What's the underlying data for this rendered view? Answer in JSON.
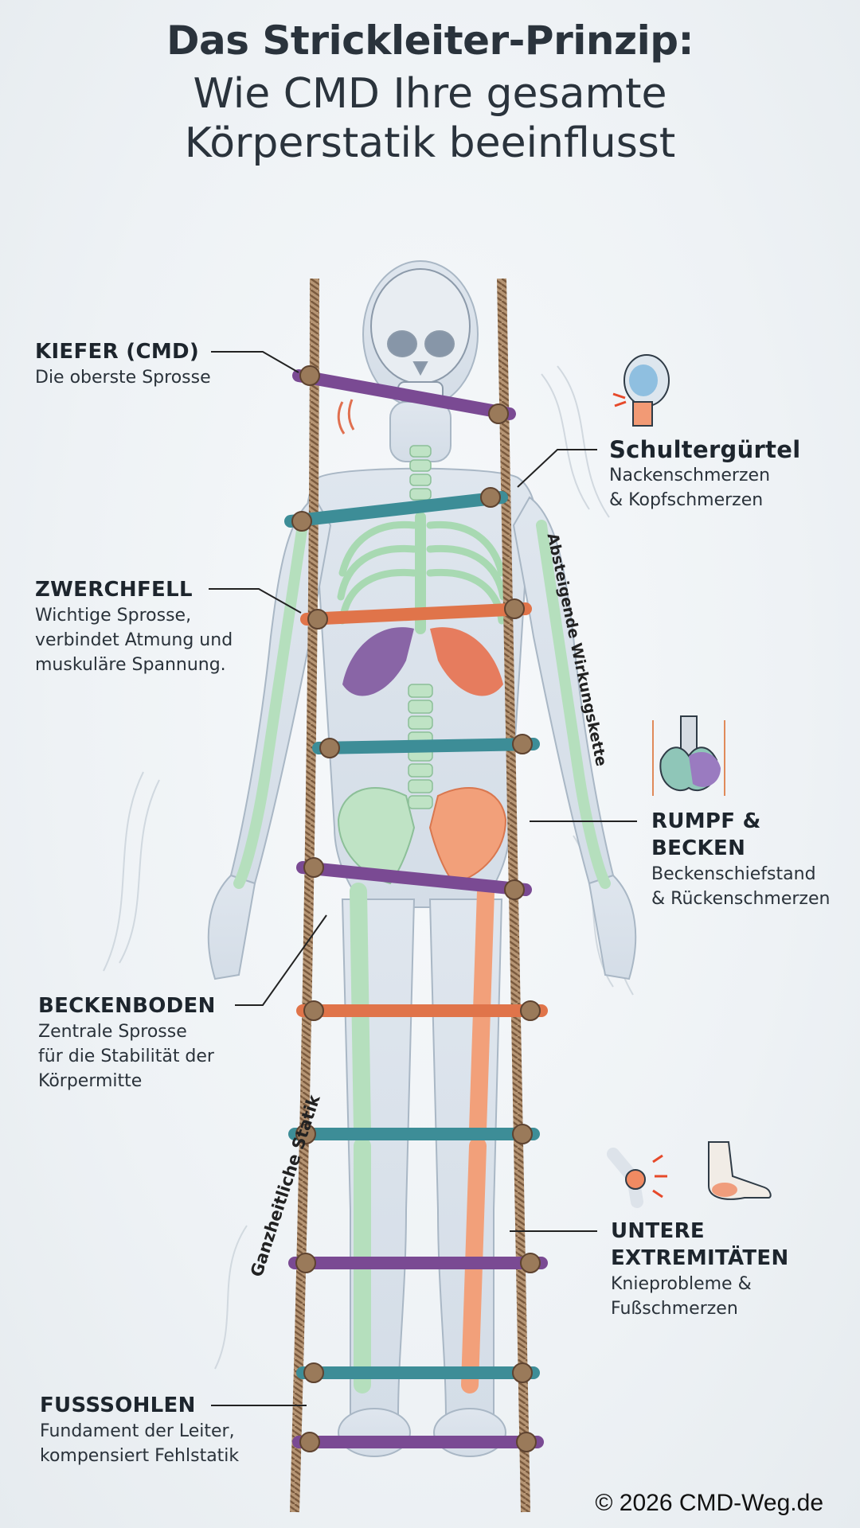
{
  "title": {
    "line1": "Das Strickleiter-Prinzip:",
    "line2": "Wie CMD Ihre gesamte",
    "line3": "Körperstatik beeinflusst"
  },
  "labels": {
    "kiefer": {
      "heading": "KIEFER (CMD)",
      "desc": "Die oberste Sprosse"
    },
    "schulter": {
      "heading": "Schultergürtel",
      "desc": "Nackenschmerzen\n& Kopfschmerzen"
    },
    "zwerchfell": {
      "heading": "ZWERCHFELL",
      "desc": "Wichtige Sprosse,\nverbindet Atmung und\nmuskuläre Spannung."
    },
    "rumpf": {
      "heading": "RUMPF &\nBECKEN",
      "desc": "Beckenschiefstand\n& Rückenschmerzen"
    },
    "beckenboden": {
      "heading": "BECKENBODEN",
      "desc": "Zentrale Sprosse\nfür die Stabilität der\nKörpermitte"
    },
    "extremitaeten": {
      "heading": "UNTERE\nEXTREMITÄTEN",
      "desc": "Knieprobleme &\nFußschmerzen"
    },
    "fusssohlen": {
      "heading": "FUSSSOHLEN",
      "desc": "Fundament der Leiter,\nkompensiert Fehlstatik"
    }
  },
  "rotated_text": {
    "right": "Absteigende Wirkungskette",
    "left": "Ganzheitliche Statik"
  },
  "copyright": "© 2026 CMD-Weg.de",
  "icons": [
    "head-neck-pain-icon",
    "pelvis-spine-icon",
    "knee-pain-icon",
    "foot-pain-icon"
  ],
  "colors": {
    "rung_purple": "#7a4a93",
    "rung_teal": "#3d8d97",
    "rung_orange": "#e0744a",
    "bone_green": "#a9d8b3",
    "bone_orange": "#f0956a",
    "rope": "#9a7a5a"
  }
}
